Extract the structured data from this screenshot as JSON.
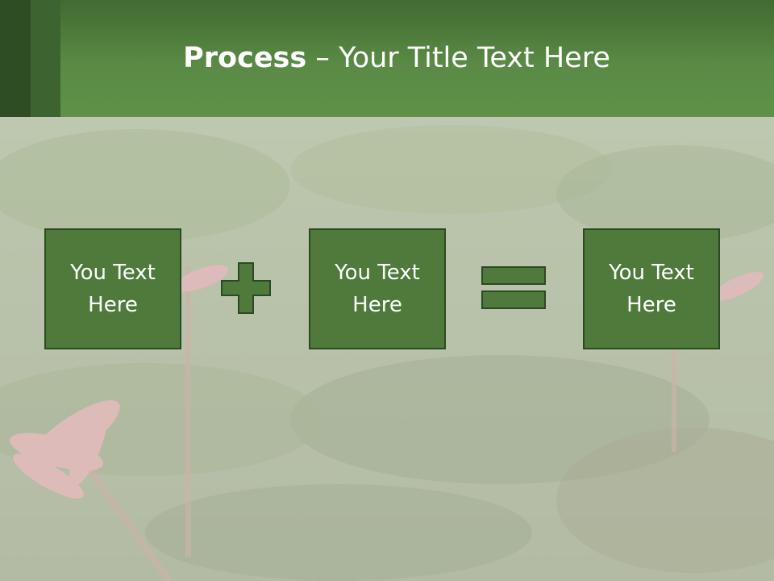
{
  "slide": {
    "title_bold": "Process",
    "title_rest": " – Your Title Text Here"
  },
  "process": {
    "steps": [
      {
        "line1": "You Text",
        "line2": "Here"
      },
      {
        "line1": "You Text",
        "line2": "Here"
      },
      {
        "line1": "You Text",
        "line2": "Here"
      }
    ],
    "operators": [
      "plus-icon",
      "equals-icon"
    ]
  },
  "colors": {
    "header_green": "#5a8a45",
    "header_dark_stripe": "#2f4d24",
    "box_fill": "#4f7a3c",
    "box_border": "#2c4a21",
    "text_white": "#ffffff"
  }
}
